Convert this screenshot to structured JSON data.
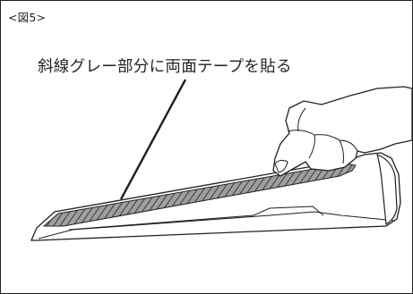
{
  "figure": {
    "number_label": "<図5>",
    "callout_text": "斜線グレー部分に両面テープを貼る"
  },
  "illustration": {
    "subject": "hand pressing a long wedge-shaped strip with hatched gray tape area",
    "tape_color": "#9d9fa2",
    "hatch_color": "#231f20",
    "line_color": "#231f20"
  }
}
